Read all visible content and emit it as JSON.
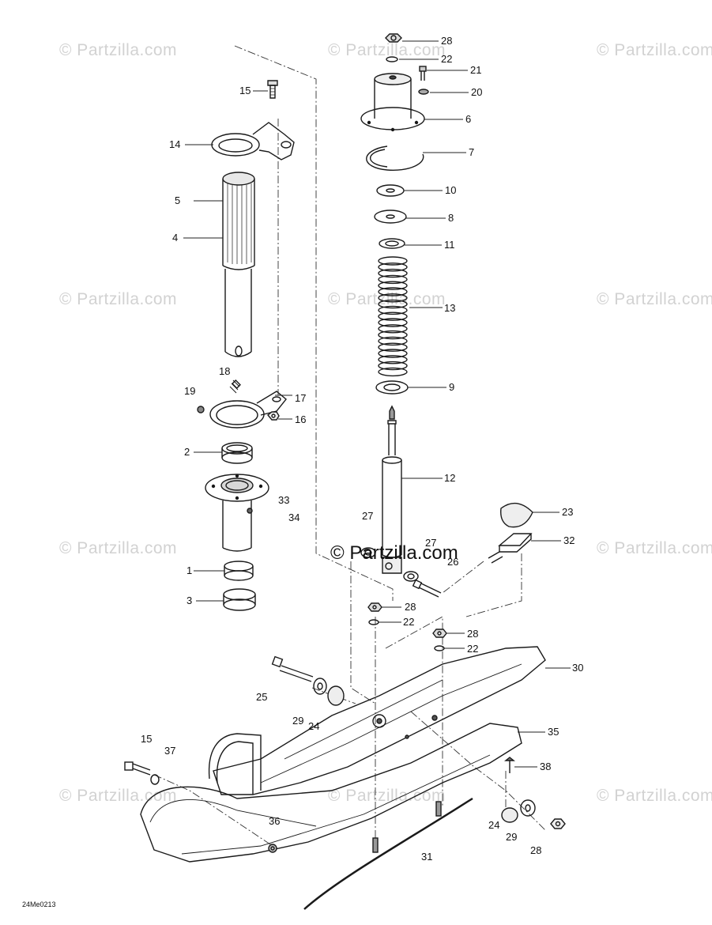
{
  "watermark": "© Partzilla.com",
  "center_watermark": "© Partzilla.com",
  "drawing_code": "24Me0213",
  "callouts": [
    "28",
    "22",
    "21",
    "20",
    "6",
    "7",
    "10",
    "8",
    "11",
    "13",
    "9",
    "12",
    "23",
    "32",
    "27",
    "27",
    "26",
    "28",
    "22",
    "28",
    "22",
    "30",
    "35",
    "38",
    "15",
    "14",
    "5",
    "4",
    "18",
    "19",
    "17",
    "16",
    "2",
    "33",
    "34",
    "1",
    "3",
    "25",
    "29",
    "24",
    "15",
    "37",
    "36",
    "31",
    "24",
    "29",
    "28"
  ]
}
